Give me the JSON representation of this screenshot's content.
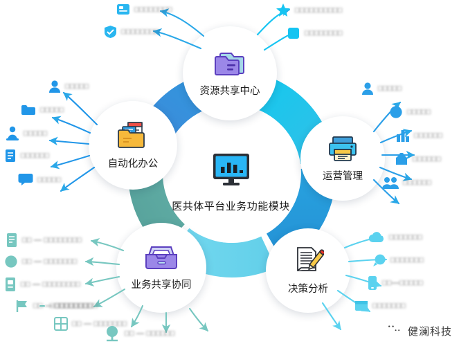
{
  "diagram": {
    "center": {
      "title": "医共体平台业务功能模块",
      "icon": "monitor-bar-chart-icon"
    },
    "ring": {
      "colors": {
        "top_left": "#2d96dd",
        "top_right": "#19c6e8",
        "right": "#2196d8",
        "bottom": "#6fd6ed",
        "left": "#5aa79e"
      }
    },
    "nodes": [
      {
        "id": "resource-sharing-center",
        "label": "资源共享中心",
        "icon": "purple-folder-icon"
      },
      {
        "id": "automated-office",
        "label": "自动化办公",
        "icon": "orange-folder-files-icon"
      },
      {
        "id": "operations-management",
        "label": "运营管理",
        "icon": "blue-printer-icon"
      },
      {
        "id": "business-sharing-collab",
        "label": "业务共享协同",
        "icon": "purple-inbox-tray-icon"
      },
      {
        "id": "decision-analysis",
        "label": "决策分析",
        "icon": "document-pencil-icon"
      }
    ],
    "satellites": {
      "top_left": [
        {
          "label": "□□□□□□□□",
          "icon": "blue-card-icon",
          "color": "#29b6f0"
        },
        {
          "label": "□□□□□□□□",
          "icon": "blue-shield-icon",
          "color": "#29b6f0"
        }
      ],
      "top_right": [
        {
          "label": "□□□□□□□□□□",
          "icon": "blue-star-icon",
          "color": "#16c4f2"
        },
        {
          "label": "□□□□□□□□",
          "icon": "blue-square-icon",
          "color": "#16c4f2"
        }
      ],
      "left": [
        {
          "label": "□□□□□",
          "icon": "blue-user-icon",
          "color": "#2196e8"
        },
        {
          "label": "□□□□□",
          "icon": "blue-folder-icon",
          "color": "#2196e8"
        },
        {
          "label": "□□□□□",
          "icon": "blue-person-icon",
          "color": "#2196e8"
        },
        {
          "label": "□□□□□□",
          "icon": "blue-doc-icon",
          "color": "#2196e8"
        },
        {
          "label": "□□□□□",
          "icon": "blue-chat-icon",
          "color": "#2196e8"
        }
      ],
      "right": [
        {
          "label": "□□□□□",
          "icon": "blue-user-icon",
          "color": "#2b9fe8"
        },
        {
          "label": "□□□□□",
          "icon": "blue-circle-icon",
          "color": "#2b9fe8"
        },
        {
          "label": "□□□□□□",
          "icon": "blue-chart-icon",
          "color": "#2b9fe8"
        },
        {
          "label": "□□□□□□",
          "icon": "blue-bag-icon",
          "color": "#2b9fe8"
        },
        {
          "label": "□□□□□□",
          "icon": "blue-people-icon",
          "color": "#2b9fe8"
        }
      ],
      "bottom_right": [
        {
          "label": "□□□□□□□",
          "icon": "cyan-cloud-icon",
          "color": "#5bd2ef"
        },
        {
          "label": "□□□□□□□",
          "icon": "cyan-pin-icon",
          "color": "#5bd2ef"
        },
        {
          "label": "□□—□□□□□",
          "icon": "cyan-phone-icon",
          "color": "#5bd2ef"
        },
        {
          "label": "□□□□□□□",
          "icon": "cyan-box-icon",
          "color": "#5bd2ef"
        }
      ],
      "bottom_left": [
        {
          "label": "□□ — □□□□□□□□",
          "icon": "teal-doc-icon",
          "color": "#77c7c0"
        },
        {
          "label": "□□ — □□□□□□□",
          "icon": "teal-circle-icon",
          "color": "#77c7c0"
        },
        {
          "label": "□□ — □□□□□□□□",
          "icon": "teal-note-icon",
          "color": "#77c7c0"
        },
        {
          "label": "□□ — □□□□□□□□□",
          "icon": "teal-flag-icon",
          "color": "#77c7c0"
        },
        {
          "label": "□□□□□□□□□",
          "icon": "teal-dash-icon",
          "color": "#77c7c0"
        },
        {
          "label": "□□ — □□□□□□□",
          "icon": "teal-grid-icon",
          "color": "#77c7c0"
        },
        {
          "label": "□□ — □□□□□□",
          "icon": "teal-tree-icon",
          "color": "#77c7c0"
        }
      ]
    }
  },
  "watermark": {
    "text": "健澜科技",
    "icon": "wechat-icon"
  }
}
